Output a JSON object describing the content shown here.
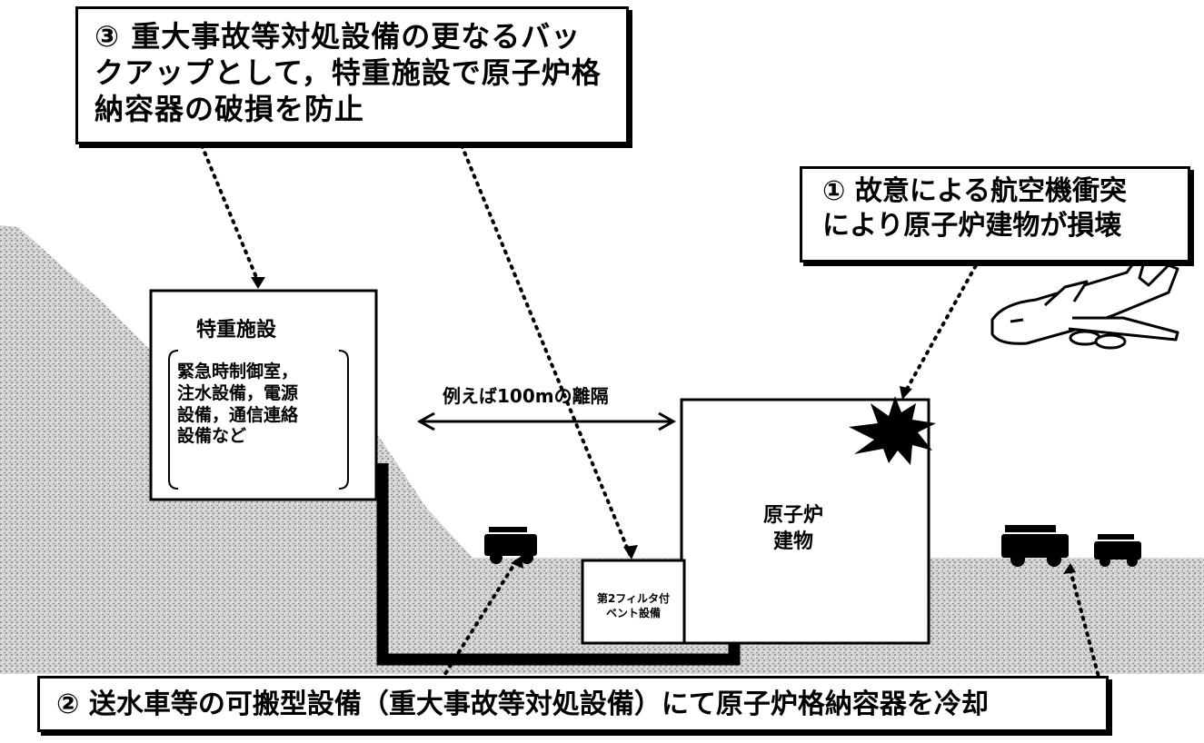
{
  "callouts": {
    "three": "③ 重大事故等対処設備の更なるバッ\nクアップとして，特重施設で原子炉格\n納容器の破損を防止",
    "one": "① 故意による航空機衝突\nにより原子炉建物が損壊",
    "two": "② 送水車等の可搬型設備（重大事故等対処設備）にて原子炉格納容器を冷却"
  },
  "facility": {
    "title": "特重施設",
    "items": "緊急時制御室，\n注水設備，電源\n設備，通信連絡\n設備など"
  },
  "distance_label": "例えば100mの離隔",
  "reactor_label": "原子炉\n建物",
  "vent_label": "第2フィルタ付\nベント設備",
  "icons": [
    "airplane-icon",
    "explosion-icon",
    "fire-truck-icon"
  ],
  "colors": {
    "ground": "#c9c9c9",
    "line": "#000000",
    "box": "#ffffff"
  }
}
